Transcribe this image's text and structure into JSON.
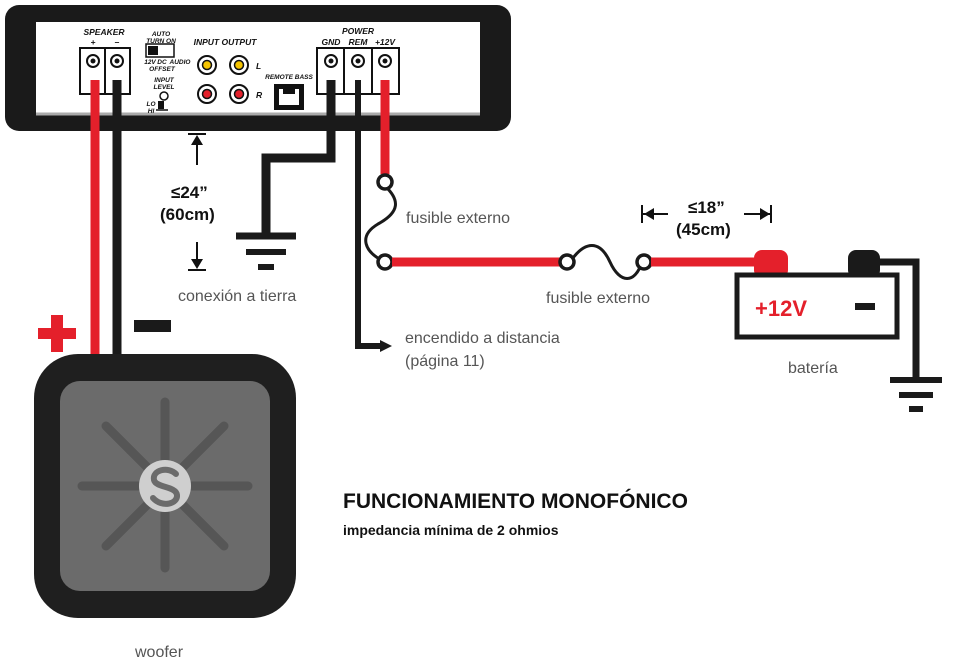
{
  "amplifier": {
    "speaker_label": "SPEAKER",
    "speaker_plus": "+",
    "speaker_minus": "–",
    "auto_turn_on_line1": "AUTO",
    "auto_turn_on_line2": "TURN ON",
    "mode_12v": "12V",
    "mode_dc": "DC",
    "mode_audio": "AUDIO",
    "mode_offset": "OFFSET",
    "input_level_line1": "INPUT",
    "input_level_line2": "LEVEL",
    "level_lo": "LO",
    "level_hi": "HI",
    "input_output_label": "INPUT OUTPUT",
    "channel_l": "L",
    "channel_r": "R",
    "remote_bass_label": "REMOTE BASS",
    "power_label": "POWER",
    "gnd_label": "GND",
    "rem_label": "REM",
    "plus12v_label": "+12V"
  },
  "labels": {
    "ground_distance_line1": "≤24”",
    "ground_distance_line2": "(60cm)",
    "ground_connection": "conexión a tierra",
    "fuse_vertical": "fusible externo",
    "fuse_horizontal": "fusible externo",
    "fuse_distance_line1": "≤18”",
    "fuse_distance_line2": "(45cm)",
    "remote_turn_on_line1": "encendido a distancia",
    "remote_turn_on_line2": "(página 11)",
    "battery": "batería",
    "battery_positive": "+12V",
    "battery_negative": "–",
    "woofer": "woofer"
  },
  "heading": {
    "title": "FUNCIONAMIENTO MONOFÓNICO",
    "subtitle": "impedancia mínima de 2 ohmios"
  },
  "colors": {
    "positive_wire": "#e4202b",
    "negative_wire": "#1a1a1a",
    "woofer_frame": "#1f1f1f",
    "woofer_cone": "#6b6b6b"
  }
}
